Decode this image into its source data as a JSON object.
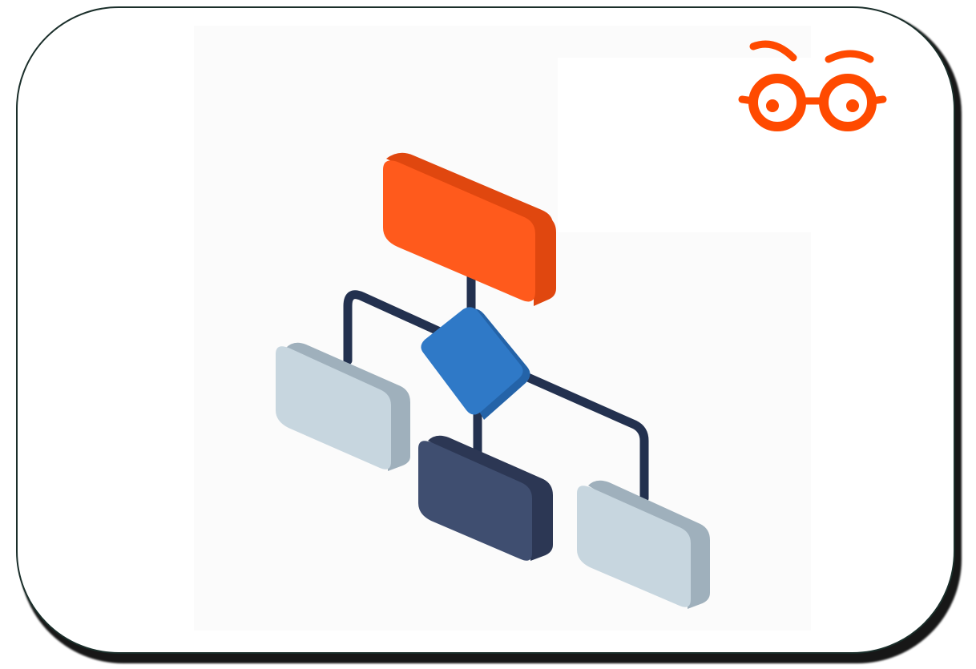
{
  "logo": {
    "name": "glasses-logo-icon",
    "color": "#ff4a00"
  },
  "diagram": {
    "description_visible_text": "",
    "colors": {
      "orange_front": "#ff5a1c",
      "orange_side": "#e0470f",
      "blue_front": "#2f79c7",
      "blue_side": "#2463a8",
      "navy_front": "#3f4e70",
      "navy_side": "#2c3754",
      "grey_front": "#c7d6df",
      "grey_side": "#9fb0bc",
      "connector": "#23314f"
    },
    "nodes": [
      {
        "id": "root-node",
        "kind": "rectangle",
        "color": "orange"
      },
      {
        "id": "decision-node",
        "kind": "diamond",
        "color": "blue"
      },
      {
        "id": "left-leaf-node",
        "kind": "rectangle",
        "color": "grey"
      },
      {
        "id": "center-leaf-node",
        "kind": "rectangle",
        "color": "navy"
      },
      {
        "id": "right-leaf-node",
        "kind": "rectangle",
        "color": "grey"
      }
    ],
    "edges": [
      {
        "from": "root-node",
        "to": "decision-node"
      },
      {
        "from": "decision-node",
        "to": "left-leaf-node"
      },
      {
        "from": "decision-node",
        "to": "center-leaf-node"
      },
      {
        "from": "decision-node",
        "to": "right-leaf-node"
      }
    ]
  }
}
